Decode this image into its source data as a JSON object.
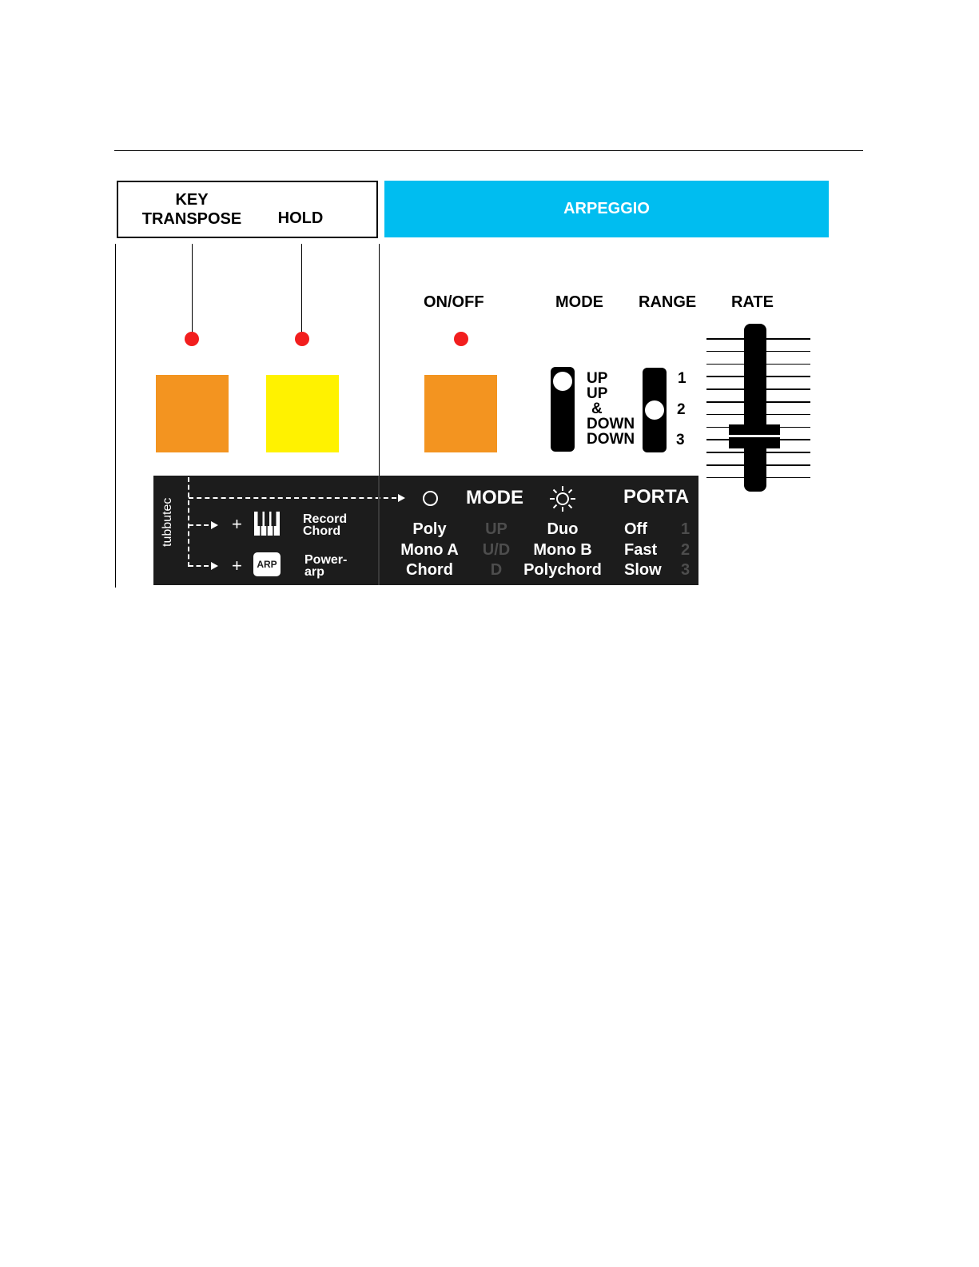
{
  "group_left": {
    "line1": "KEY",
    "line2": "TRANSPOSE",
    "hold": "HOLD"
  },
  "arpeggio": {
    "title": "ARPEGGIO"
  },
  "controls": {
    "on_off": "ON/OFF",
    "mode": "MODE",
    "range": "RANGE",
    "rate": "RATE"
  },
  "mode_options": [
    "UP",
    "UP",
    "&",
    "DOWN",
    "DOWN"
  ],
  "range_options": [
    "1",
    "2",
    "3"
  ],
  "mode_switch_position": 1,
  "range_switch_position": 2,
  "overlay": {
    "brand": "tubbutec",
    "record_chord_1": "Record",
    "record_chord_2": "Chord",
    "arp_badge": "ARP",
    "powerarp_1": "Power-",
    "powerarp_2": "arp",
    "plus": "+",
    "mode_header": "MODE",
    "porta_header": "PORTA",
    "col_circle": [
      "Poly",
      "Mono A",
      "Chord"
    ],
    "col_updown": [
      "UP",
      "U/D",
      "D"
    ],
    "col_sun": [
      "Duo",
      "Mono B",
      "Polychord"
    ],
    "col_porta": [
      "Off",
      "Fast",
      "Slow"
    ],
    "col_nums": [
      "1",
      "2",
      "3"
    ]
  },
  "colors": {
    "led": "#f21e1e",
    "orange_pad": "#f39420",
    "yellow_pad": "#fff200",
    "arp_bar": "#00bdf0",
    "overlay_bg": "#1c1c1c"
  }
}
